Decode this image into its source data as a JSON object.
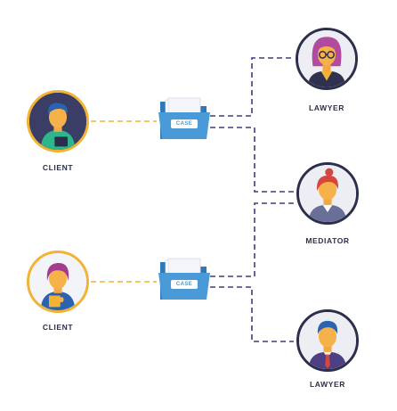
{
  "nodes": {
    "client_top": {
      "label": "CLIENT"
    },
    "client_bottom": {
      "label": "CLIENT"
    },
    "lawyer_top": {
      "label": "LAWYER"
    },
    "mediator": {
      "label": "MEDIATOR"
    },
    "lawyer_bottom": {
      "label": "LAWYER"
    }
  },
  "folders": {
    "top": {
      "tag": "CASE"
    },
    "bottom": {
      "tag": "CASE"
    }
  },
  "colors": {
    "client_border": "#f2b233",
    "professional_border": "#2d2f4a",
    "client_connector": "#f2b233",
    "case_connector": "#3b3f7a",
    "folder": "#4a9ad8",
    "folder_back": "#2e78be"
  }
}
